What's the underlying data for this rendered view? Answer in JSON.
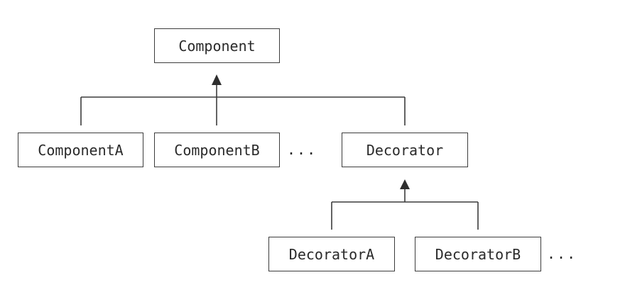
{
  "nodes": {
    "component": "Component",
    "component_a": "ComponentA",
    "component_b": "ComponentB",
    "decorator": "Decorator",
    "decorator_a": "DecoratorA",
    "decorator_b": "DecoratorB"
  },
  "ellipsis": {
    "components": "...",
    "decorators": "..."
  },
  "edges": [
    {
      "from": "component_a",
      "to": "component",
      "type": "inheritance"
    },
    {
      "from": "component_b",
      "to": "component",
      "type": "inheritance"
    },
    {
      "from": "decorator",
      "to": "component",
      "type": "inheritance"
    },
    {
      "from": "decorator_a",
      "to": "decorator",
      "type": "inheritance"
    },
    {
      "from": "decorator_b",
      "to": "decorator",
      "type": "inheritance"
    }
  ],
  "colors": {
    "line": "#3c3c3c",
    "arrowhead": "#2e2e2e",
    "text": "#2a2a2a",
    "background": "#ffffff"
  }
}
